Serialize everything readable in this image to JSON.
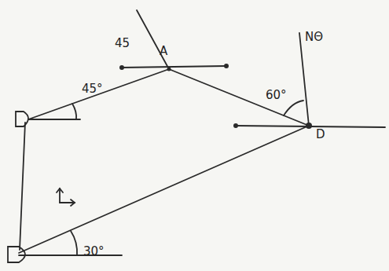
{
  "diagram": {
    "labels": [
      "45",
      "A",
      "NΘ",
      "45°",
      "60°",
      "D",
      "30°"
    ]
  }
}
